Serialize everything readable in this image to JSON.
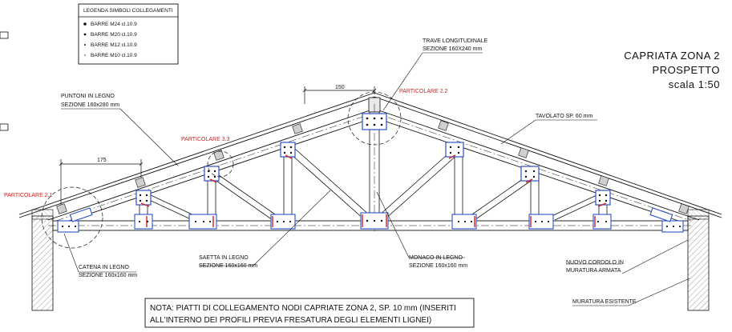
{
  "title": {
    "line1": "CAPRIATA ZONA 2",
    "line2": "PROSPETTO",
    "line3": "scala 1:50"
  },
  "legend": {
    "heading": "LEGENDA SIMBOLI COLLEGAMENTI",
    "items": [
      {
        "label": "BARRE M24 cl.10.9"
      },
      {
        "label": "BARRE M20 cl.10.9"
      },
      {
        "label": "BARRE M12 cl.10.9"
      },
      {
        "label": "BARRE M10 cl.10.9"
      }
    ]
  },
  "labels": {
    "trave_1": "TRAVE LONGITUDINALE",
    "trave_2": "SEZIONE 160X240 mm",
    "puntoni_1": "PUNTONI IN LEGNO",
    "puntoni_2": "SEZIONE 160x280 mm",
    "tavolato": "TAVOLATO SP. 60 mm",
    "catena_1": "CATENA IN LEGNO",
    "catena_2": "SEZIONE 160x160 mm",
    "saetta_1": "SAETTA IN LEGNO",
    "saetta_2": "SEZIONE 160x160 mm",
    "monaco_1": "MONACO IN LEGNO",
    "monaco_2": "SEZIONE 160x160 mm",
    "cordolo_1": "NUOVO CORDOLO IN",
    "cordolo_2": "MURATURA ARMATA",
    "muratura": "MURATURA ESISTENTE"
  },
  "details": {
    "p21": "PARTICOLARE 2.1",
    "p22": "PARTICOLARE 2.2",
    "p33": "PARTICOLARE 3.3"
  },
  "dimensions": {
    "d150": "150",
    "d175": "175"
  },
  "note": {
    "line1": "NOTA: PIATTI DI COLLEGAMENTO NODI CAPRIATE ZONA 2, SP. 10 mm (INSERITI",
    "line2": "ALL'INTERNO DEI PROFILI PREVIA FRESATURA DEGLI ELEMENTI LIGNEI)"
  },
  "colors": {
    "plate_blue": "#2a52c8",
    "plate_red": "#d02020",
    "detail_red": "#d02020"
  }
}
